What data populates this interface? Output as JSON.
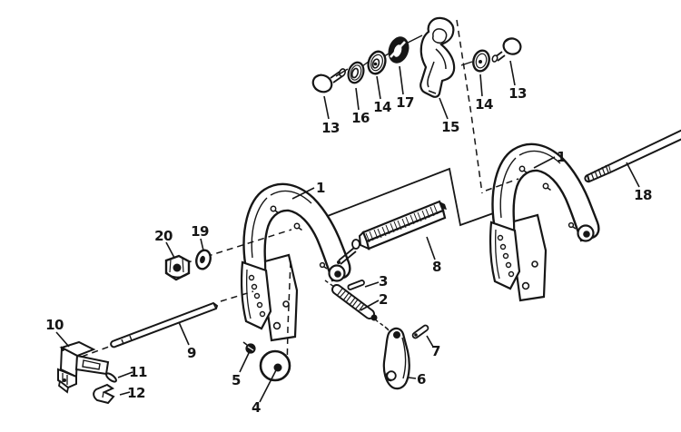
{
  "diagram": {
    "colors": {
      "paper": "#ffffff",
      "ink": "#161616"
    },
    "labels": [
      {
        "text": "13"
      },
      {
        "text": "16"
      },
      {
        "text": "14"
      },
      {
        "text": "17"
      },
      {
        "text": "15"
      },
      {
        "text": "14"
      },
      {
        "text": "13"
      },
      {
        "text": "1"
      },
      {
        "text": "18"
      },
      {
        "text": "1"
      },
      {
        "text": "8"
      },
      {
        "text": "3"
      },
      {
        "text": "2"
      },
      {
        "text": "7"
      },
      {
        "text": "6"
      },
      {
        "text": "20"
      },
      {
        "text": "19"
      },
      {
        "text": "9"
      },
      {
        "text": "5"
      },
      {
        "text": "4"
      },
      {
        "text": "10"
      },
      {
        "text": "11"
      },
      {
        "text": "12"
      }
    ]
  }
}
